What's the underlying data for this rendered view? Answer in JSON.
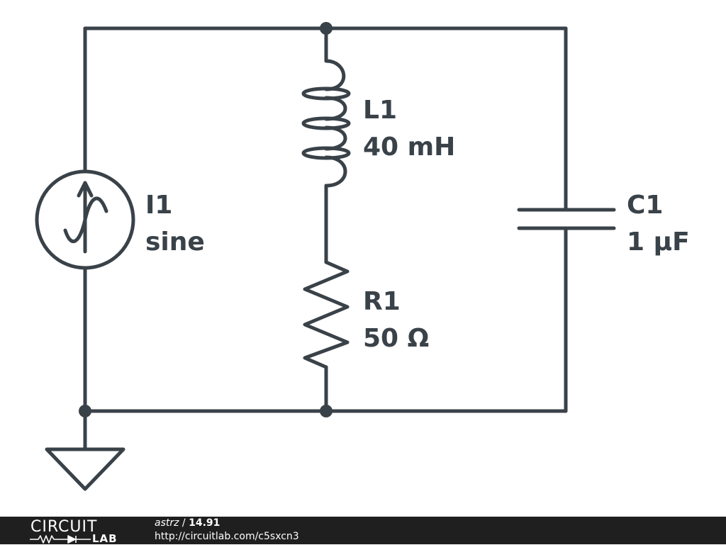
{
  "components": {
    "L1": {
      "name": "L1",
      "value": "40 mH"
    },
    "R1": {
      "name": "R1",
      "value": "50 Ω"
    },
    "C1": {
      "name": "C1",
      "value": "1 µF"
    },
    "I1": {
      "name": "I1",
      "value": "sine"
    }
  },
  "footer": {
    "logo_top": "CIRCUIT",
    "logo_bottom": "LAB",
    "author": "astrz",
    "separator": " / ",
    "version": "14.91",
    "url": "http://circuitlab.com/c5sxcn3"
  },
  "colors": {
    "wire": "#3a4249",
    "text": "#3a4249",
    "footer_bg": "#1f1f1f",
    "footer_text": "#ffffff"
  }
}
